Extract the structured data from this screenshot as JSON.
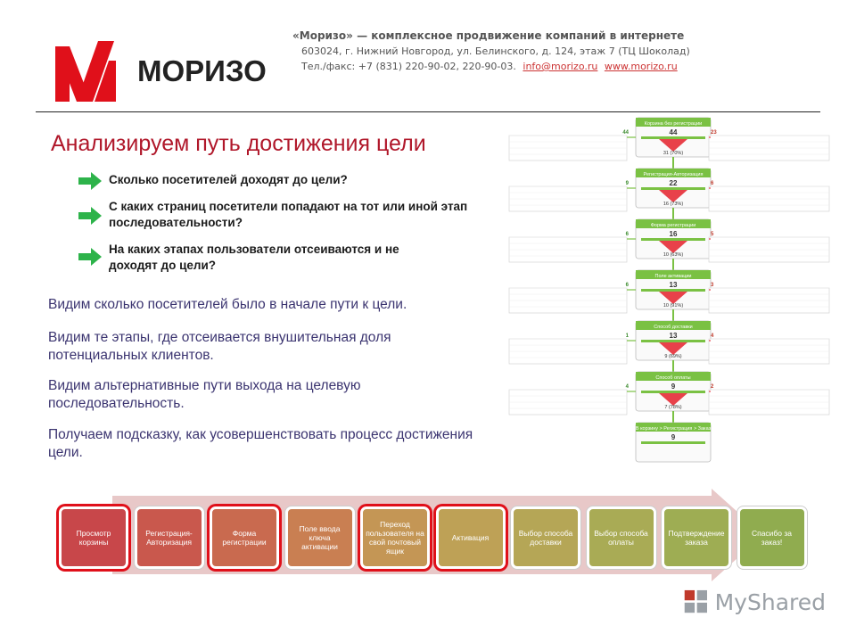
{
  "header": {
    "logo_text": "МОРИЗО",
    "tagline": "«Моризо» — комплексное продвижение компаний в интернете",
    "address": "603024, г. Нижний Новгород, ул. Белинского, д. 124, этаж 7 (ТЦ Шоколад)",
    "phone": "Тел./факс: +7 (831) 220-90-02, 220-90-03.",
    "email": "info@morizo.ru",
    "website": "www.morizo.ru"
  },
  "title": "Анализируем путь достижения цели",
  "questions": [
    "Сколько посетителей доходят до цели?",
    "С каких страниц посетители попадают на тот или иной этап последовательности?",
    "На каких этапах пользователи отсеиваются и не доходят до цели?"
  ],
  "observations": [
    "Видим сколько посетителей было в начале пути к цели.",
    "Видим те этапы, где отсеивается внушительная доля потенциальных клиентов.",
    "Видим альтернативные пути выхода на целевую последовательность.",
    "Получаем подсказку, как усовершенствовать процесс достижения цели."
  ],
  "funnel": {
    "steps": [
      {
        "label": "Корзина без регистрации",
        "value": "44",
        "pct": "31 (70%)",
        "left": "44",
        "right": "23"
      },
      {
        "label": "Регистрация-Авторизация",
        "value": "22",
        "pct": "16 (73%)",
        "left": "9",
        "right": "6"
      },
      {
        "label": "Форма регистрации",
        "value": "16",
        "pct": "10 (63%)",
        "left": "6",
        "right": "5"
      },
      {
        "label": "Поле активации",
        "value": "13",
        "pct": "10 (91%)",
        "left": "6",
        "right": "3"
      },
      {
        "label": "Способ доставки",
        "value": "13",
        "pct": "9 (69%)",
        "left": "1",
        "right": "4"
      },
      {
        "label": "Способ оплаты",
        "value": "9",
        "pct": "7 (78%)",
        "left": "4",
        "right": "2"
      },
      {
        "label": "В корзину > Регистрация > Заказ",
        "value": "9",
        "pct": "",
        "left": "",
        "right": ""
      }
    ]
  },
  "process_steps": [
    {
      "label": "Просмотр корзины",
      "color": "#c8474a",
      "highlight": true
    },
    {
      "label": "Регистрация-Авторизация",
      "color": "#c9584d",
      "highlight": false
    },
    {
      "label": "Форма регистрации",
      "color": "#c96a4f",
      "highlight": true
    },
    {
      "label": "Поле ввода ключа активации",
      "color": "#c97f52",
      "highlight": false
    },
    {
      "label": "Переход пользователя на свой почтовый ящик",
      "color": "#c49655",
      "highlight": true
    },
    {
      "label": "Активация",
      "color": "#bea156",
      "highlight": true
    },
    {
      "label": "Выбор способа доставки",
      "color": "#b5a656",
      "highlight": false
    },
    {
      "label": "Выбор способа оплаты",
      "color": "#a9ab55",
      "highlight": false
    },
    {
      "label": "Подтверждение заказа",
      "color": "#9ead53",
      "highlight": false
    },
    {
      "label": "Спасибо за заказ!",
      "color": "#90ac4f",
      "highlight": false
    }
  ],
  "watermark": "MyShared",
  "colors": {
    "brand_red": "#e0101a",
    "title": "#b0172a",
    "observation_text": "#3b3470",
    "arrow_green": "#2db34a",
    "funnel_green": "#7ac143"
  }
}
